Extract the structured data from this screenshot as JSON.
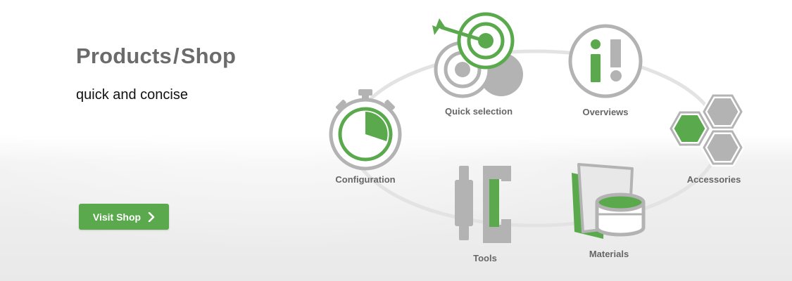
{
  "hero": {
    "title_part1": "Products",
    "title_sep": "/",
    "title_part2": "Shop",
    "subtitle": "quick and concise",
    "cta_label": "Visit Shop"
  },
  "nodes": {
    "quick_selection": "Quick selection",
    "overviews": "Overviews",
    "configuration": "Configuration",
    "accessories": "Accessories",
    "tools": "Tools",
    "materials": "Materials"
  },
  "colors": {
    "brand_green": "#5aa94d",
    "icon_gray": "#b3b3b3",
    "title_gray": "#6b6b6b"
  },
  "icons": {
    "cta": "chevron-right-icon",
    "quick_selection": "target-icon",
    "overviews": "info-icon",
    "configuration": "stopwatch-icon",
    "accessories": "hexagon-icon",
    "tools": "tool-clamp-icon",
    "materials": "materials-icon"
  }
}
